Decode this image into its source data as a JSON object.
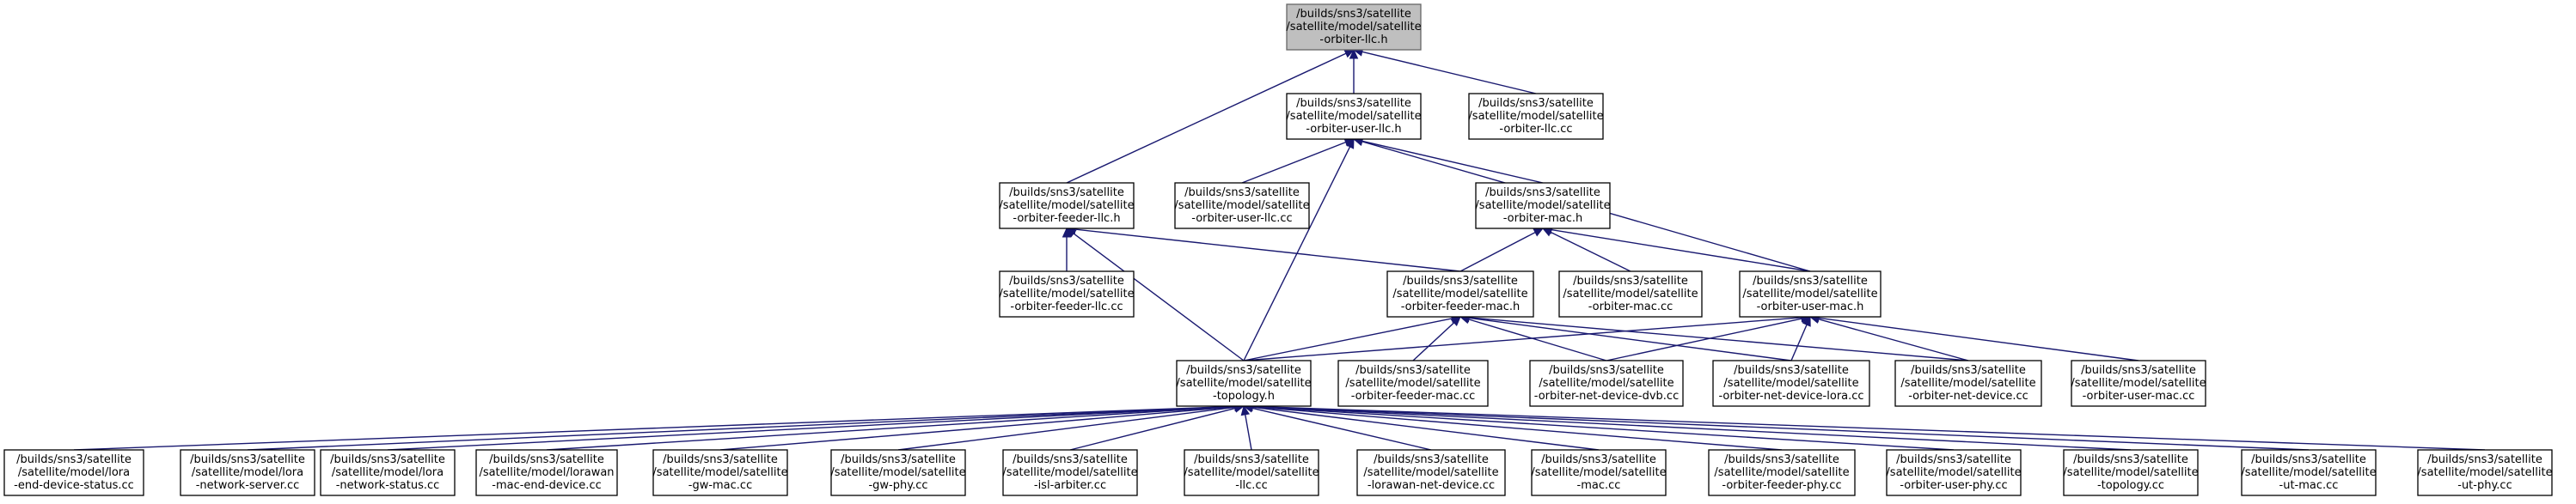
{
  "diagram": {
    "type": "include-dependency-graph",
    "colors": {
      "edge": "#191970",
      "root_fill": "#bfbfbf",
      "node_fill": "#ffffff",
      "node_border": "#000000"
    },
    "nodes": [
      {
        "id": "n0",
        "root": true,
        "lines": [
          "/builds/sns3/satellite",
          "/satellite/model/satellite",
          "-orbiter-llc.h"
        ]
      },
      {
        "id": "n1",
        "lines": [
          "/builds/sns3/satellite",
          "/satellite/model/satellite",
          "-orbiter-user-llc.h"
        ]
      },
      {
        "id": "n2",
        "lines": [
          "/builds/sns3/satellite",
          "/satellite/model/satellite",
          "-orbiter-llc.cc"
        ]
      },
      {
        "id": "n3",
        "lines": [
          "/builds/sns3/satellite",
          "/satellite/model/satellite",
          "-orbiter-feeder-llc.h"
        ]
      },
      {
        "id": "n4",
        "lines": [
          "/builds/sns3/satellite",
          "/satellite/model/satellite",
          "-orbiter-user-llc.cc"
        ]
      },
      {
        "id": "n5",
        "lines": [
          "/builds/sns3/satellite",
          "/satellite/model/satellite",
          "-orbiter-mac.h"
        ]
      },
      {
        "id": "n6",
        "lines": [
          "/builds/sns3/satellite",
          "/satellite/model/satellite",
          "-orbiter-feeder-llc.cc"
        ]
      },
      {
        "id": "n7",
        "lines": [
          "/builds/sns3/satellite",
          "/satellite/model/satellite",
          "-orbiter-feeder-mac.h"
        ]
      },
      {
        "id": "n8",
        "lines": [
          "/builds/sns3/satellite",
          "/satellite/model/satellite",
          "-orbiter-mac.cc"
        ]
      },
      {
        "id": "n9",
        "lines": [
          "/builds/sns3/satellite",
          "/satellite/model/satellite",
          "-orbiter-user-mac.h"
        ]
      },
      {
        "id": "n10",
        "lines": [
          "/builds/sns3/satellite",
          "/satellite/model/satellite",
          "-topology.h"
        ]
      },
      {
        "id": "n11",
        "lines": [
          "/builds/sns3/satellite",
          "/satellite/model/satellite",
          "-orbiter-feeder-mac.cc"
        ]
      },
      {
        "id": "n12",
        "lines": [
          "/builds/sns3/satellite",
          "/satellite/model/satellite",
          "-orbiter-net-device-dvb.cc"
        ]
      },
      {
        "id": "n13",
        "lines": [
          "/builds/sns3/satellite",
          "/satellite/model/satellite",
          "-orbiter-net-device-lora.cc"
        ]
      },
      {
        "id": "n14",
        "lines": [
          "/builds/sns3/satellite",
          "/satellite/model/satellite",
          "-orbiter-net-device.cc"
        ]
      },
      {
        "id": "n15",
        "lines": [
          "/builds/sns3/satellite",
          "/satellite/model/satellite",
          "-orbiter-user-mac.cc"
        ]
      },
      {
        "id": "n16",
        "lines": [
          "/builds/sns3/satellite",
          "/satellite/model/lora",
          "-end-device-status.cc"
        ]
      },
      {
        "id": "n17",
        "lines": [
          "/builds/sns3/satellite",
          "/satellite/model/lora",
          "-network-server.cc"
        ]
      },
      {
        "id": "n18",
        "lines": [
          "/builds/sns3/satellite",
          "/satellite/model/lora",
          "-network-status.cc"
        ]
      },
      {
        "id": "n19",
        "lines": [
          "/builds/sns3/satellite",
          "/satellite/model/lorawan",
          "-mac-end-device.cc"
        ]
      },
      {
        "id": "n20",
        "lines": [
          "/builds/sns3/satellite",
          "/satellite/model/satellite",
          "-gw-mac.cc"
        ]
      },
      {
        "id": "n21",
        "lines": [
          "/builds/sns3/satellite",
          "/satellite/model/satellite",
          "-gw-phy.cc"
        ]
      },
      {
        "id": "n22",
        "lines": [
          "/builds/sns3/satellite",
          "/satellite/model/satellite",
          "-isl-arbiter.cc"
        ]
      },
      {
        "id": "n23",
        "lines": [
          "/builds/sns3/satellite",
          "/satellite/model/satellite",
          "-llc.cc"
        ]
      },
      {
        "id": "n24",
        "lines": [
          "/builds/sns3/satellite",
          "/satellite/model/satellite",
          "-lorawan-net-device.cc"
        ]
      },
      {
        "id": "n25",
        "lines": [
          "/builds/sns3/satellite",
          "/satellite/model/satellite",
          "-mac.cc"
        ]
      },
      {
        "id": "n26",
        "lines": [
          "/builds/sns3/satellite",
          "/satellite/model/satellite",
          "-orbiter-feeder-phy.cc"
        ]
      },
      {
        "id": "n27",
        "lines": [
          "/builds/sns3/satellite",
          "/satellite/model/satellite",
          "-orbiter-user-phy.cc"
        ]
      },
      {
        "id": "n28",
        "lines": [
          "/builds/sns3/satellite",
          "/satellite/model/satellite",
          "-topology.cc"
        ]
      },
      {
        "id": "n29",
        "lines": [
          "/builds/sns3/satellite",
          "/satellite/model/satellite",
          "-ut-mac.cc"
        ]
      },
      {
        "id": "n30",
        "lines": [
          "/builds/sns3/satellite",
          "/satellite/model/satellite",
          "-ut-phy.cc"
        ]
      }
    ],
    "edges": [
      [
        "n1",
        "n0"
      ],
      [
        "n2",
        "n0"
      ],
      [
        "n3",
        "n0"
      ],
      [
        "n4",
        "n1"
      ],
      [
        "n5",
        "n1"
      ],
      [
        "n9",
        "n1"
      ],
      [
        "n10",
        "n1"
      ],
      [
        "n6",
        "n3"
      ],
      [
        "n7",
        "n3"
      ],
      [
        "n10",
        "n3"
      ],
      [
        "n7",
        "n5"
      ],
      [
        "n8",
        "n5"
      ],
      [
        "n9",
        "n5"
      ],
      [
        "n10",
        "n7"
      ],
      [
        "n11",
        "n7"
      ],
      [
        "n12",
        "n7"
      ],
      [
        "n13",
        "n7"
      ],
      [
        "n14",
        "n7"
      ],
      [
        "n10",
        "n9"
      ],
      [
        "n12",
        "n9"
      ],
      [
        "n13",
        "n9"
      ],
      [
        "n14",
        "n9"
      ],
      [
        "n15",
        "n9"
      ],
      [
        "n16",
        "n10"
      ],
      [
        "n17",
        "n10"
      ],
      [
        "n18",
        "n10"
      ],
      [
        "n19",
        "n10"
      ],
      [
        "n20",
        "n10"
      ],
      [
        "n21",
        "n10"
      ],
      [
        "n22",
        "n10"
      ],
      [
        "n23",
        "n10"
      ],
      [
        "n24",
        "n10"
      ],
      [
        "n25",
        "n10"
      ],
      [
        "n26",
        "n10"
      ],
      [
        "n27",
        "n10"
      ],
      [
        "n28",
        "n10"
      ],
      [
        "n29",
        "n10"
      ],
      [
        "n30",
        "n10"
      ]
    ]
  }
}
